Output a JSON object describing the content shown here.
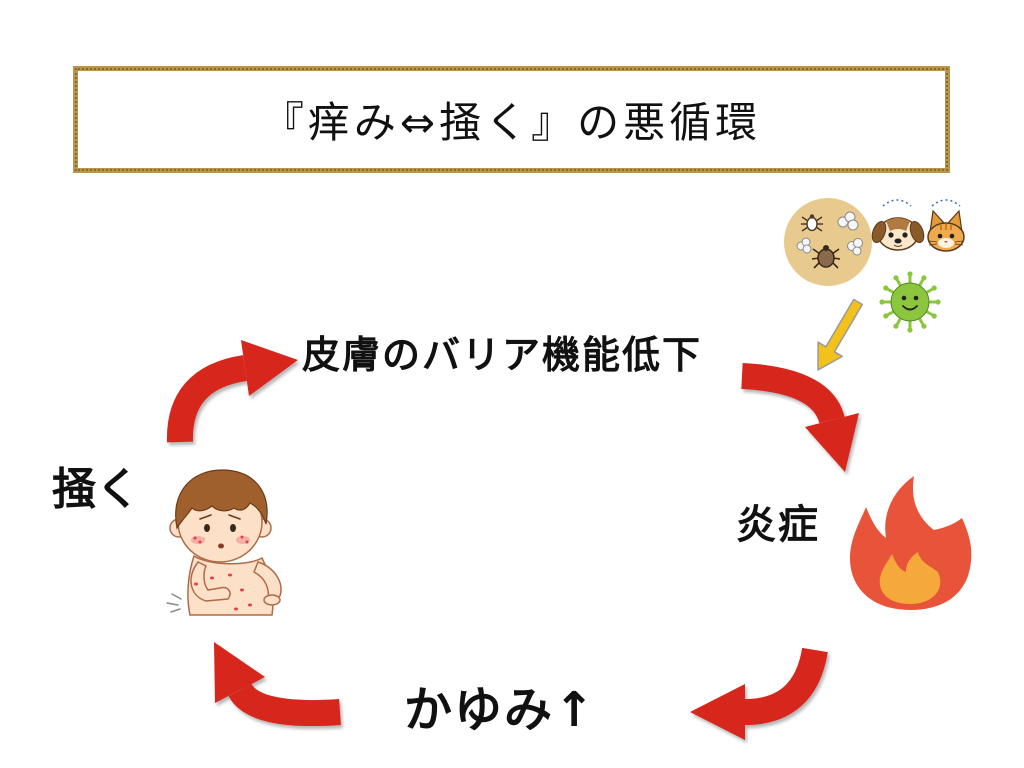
{
  "title": "『痒み⇔掻く』の悪循環",
  "cycle": {
    "barrier_label": "皮膚のバリア機能低下",
    "inflammation_label": "炎症",
    "itch_label": "かゆみ↑",
    "scratch_label": "掻く"
  },
  "triggers": {
    "icons": [
      "mites-dust-icon",
      "dog-icon",
      "cat-icon",
      "germ-icon"
    ],
    "arrow_icon": "arrow-down-left-icon"
  },
  "illustrations": {
    "scratch": "scratching-child-icon",
    "inflammation": "fire-icon"
  },
  "colors": {
    "frame": "#b8964e",
    "cycle_arrow": "#d7261b",
    "trigger_arrow": "#f2c21a",
    "flame_outer": "#e8543a",
    "flame_inner": "#f5a93b",
    "germ": "#8cc63f",
    "allergen_circle": "#e8c98e",
    "text": "#111111"
  }
}
